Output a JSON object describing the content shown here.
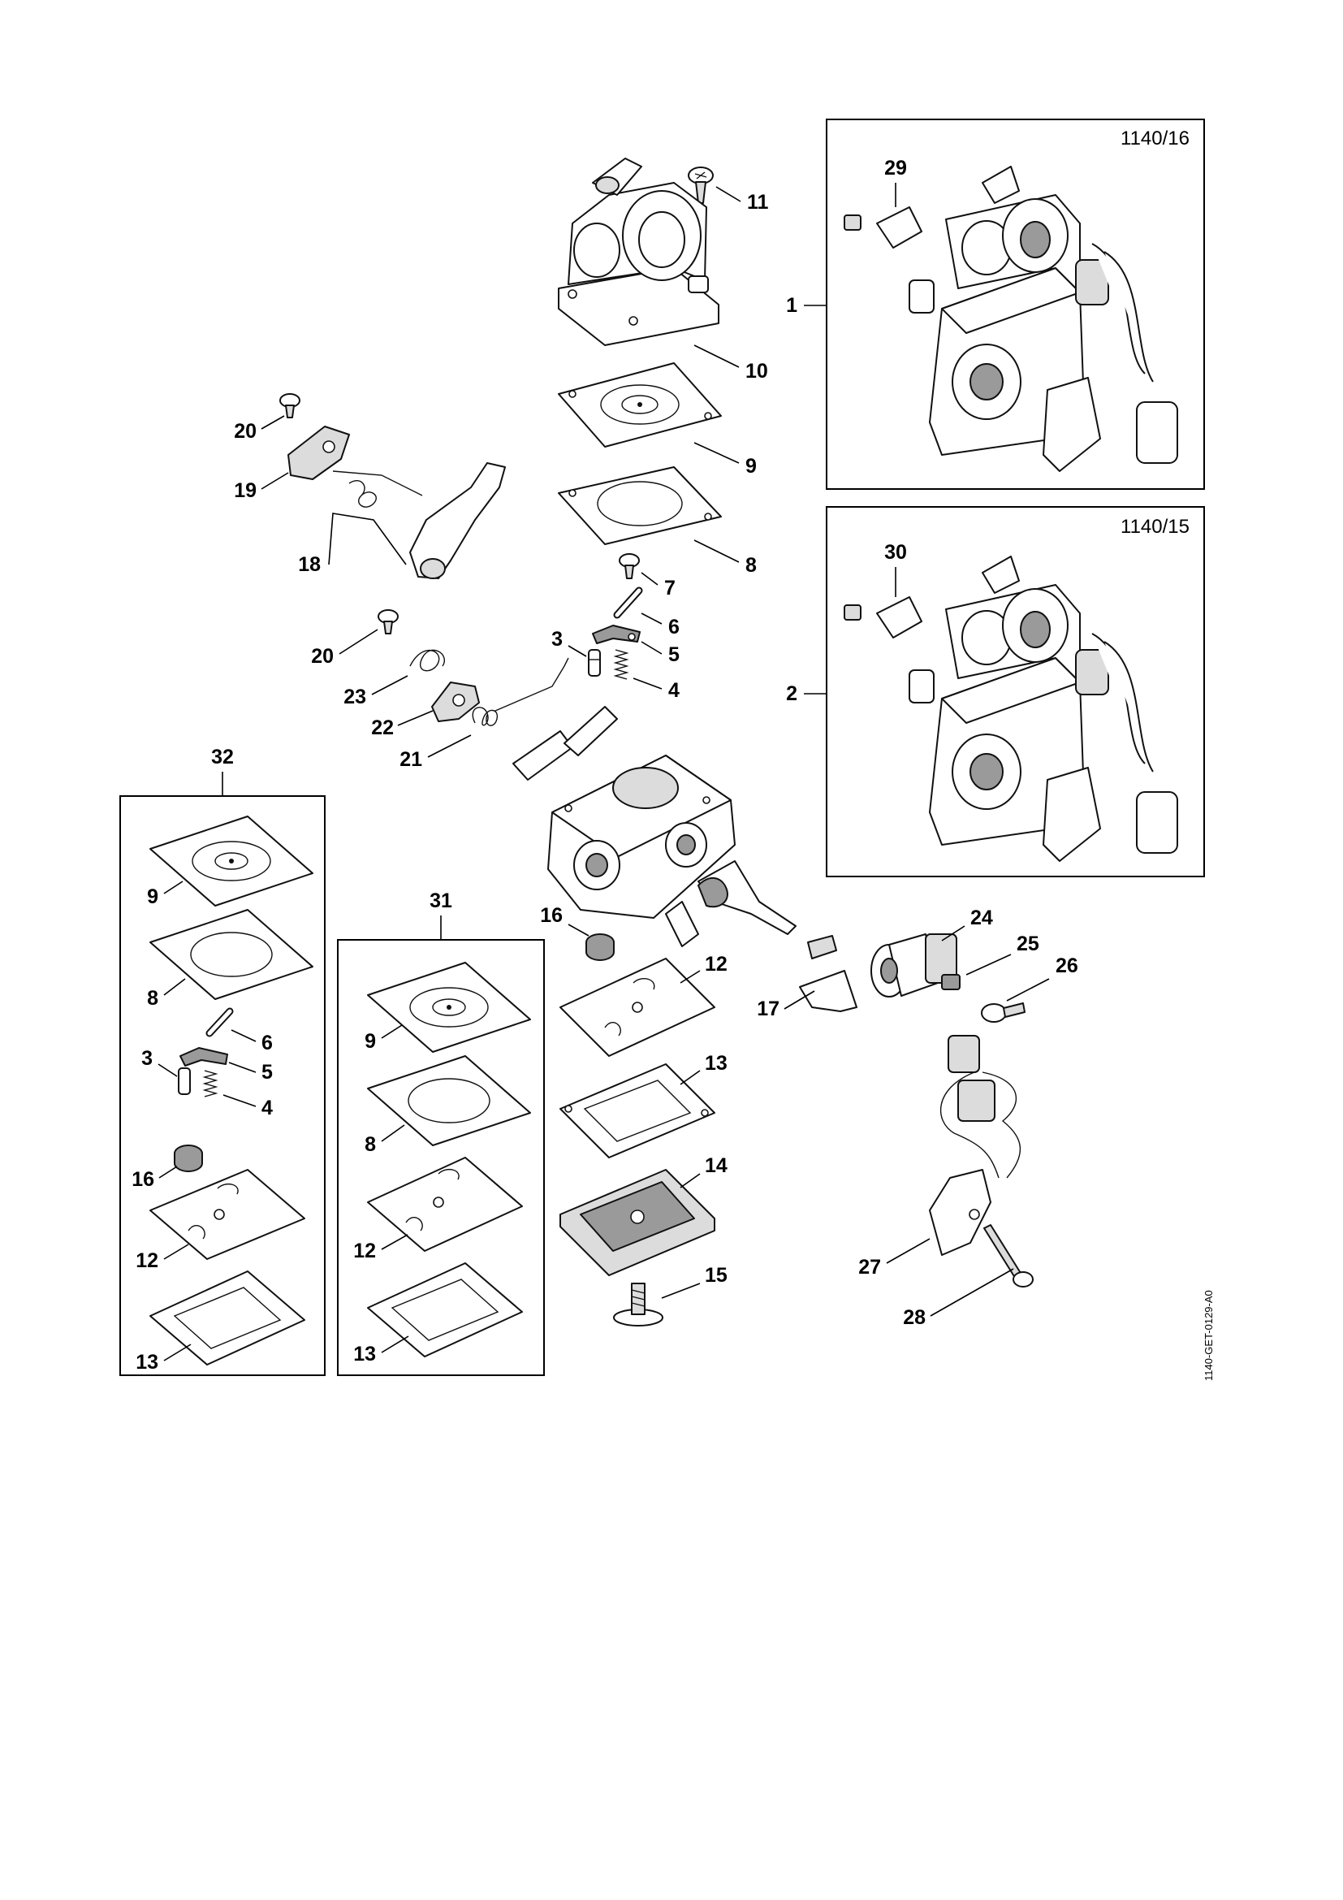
{
  "boxes": {
    "box_16": "1140/16",
    "box_15": "1140/15"
  },
  "doc_id": "1140-GET-0129-A0",
  "callouts": {
    "c1": "1",
    "c2": "2",
    "c29": "29",
    "c30": "30",
    "c11": "11",
    "c10": "10",
    "c9_main": "9",
    "c8_main": "8",
    "c7": "7",
    "c6_main": "6",
    "c5_main": "5",
    "c4_main": "4",
    "c3_main": "3",
    "c20_top": "20",
    "c19": "19",
    "c18": "18",
    "c20_mid": "20",
    "c23": "23",
    "c22": "22",
    "c21": "21",
    "c32": "32",
    "c9_k32": "9",
    "c8_k32": "8",
    "c6_k32": "6",
    "c5_k32": "5",
    "c3_k32": "3",
    "c4_k32": "4",
    "c16_k32": "16",
    "c12_k32": "12",
    "c13_k32": "13",
    "c31": "31",
    "c9_k31": "9",
    "c8_k31": "8",
    "c12_k31": "12",
    "c13_k31": "13",
    "c16_main": "16",
    "c12_main": "12",
    "c13_main": "13",
    "c14": "14",
    "c15": "15",
    "c17": "17",
    "c24": "24",
    "c25": "25",
    "c26": "26",
    "c27": "27",
    "c28": "28"
  }
}
